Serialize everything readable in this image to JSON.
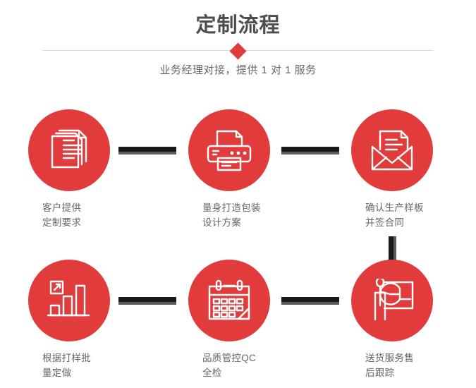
{
  "header": {
    "title": "定制流程",
    "subtitle": "业务经理对接，提供 1 对 1 服务",
    "accent_color": "#e23b3c",
    "title_color": "#4d4d4d",
    "divider_color": "#d9d9d9",
    "diamond_icon": "diamond-marker"
  },
  "theme": {
    "circle_color": "#e23b3c",
    "connector_dark": "#1a1a1a",
    "connector_shadow": "#5c5c5c",
    "label_color": "#666666",
    "background": "#ffffff"
  },
  "flow": {
    "steps": [
      {
        "index": 1,
        "label": "客户提供\n定制要求",
        "icon": "documents-stack-icon",
        "row": 1,
        "column": 1
      },
      {
        "index": 2,
        "label": "量身打造包装\n设计方案",
        "icon": "printer-icon",
        "row": 1,
        "column": 2
      },
      {
        "index": 3,
        "label": "确认生产样板\n并签合同",
        "icon": "envelope-document-icon",
        "row": 1,
        "column": 3
      },
      {
        "index": 4,
        "label": "根据打样批\n量定做",
        "icon": "bar-chart-growth-icon",
        "row": 2,
        "column": 1
      },
      {
        "index": 5,
        "label": "品质管控QC\n全检",
        "icon": "calendar-icon",
        "row": 2,
        "column": 2
      },
      {
        "index": 6,
        "label": "送货服务售\n后跟踪",
        "icon": "presenter-pie-chart-icon",
        "row": 2,
        "column": 3
      }
    ],
    "connectors": [
      {
        "name": "connector-step1-step2",
        "orientation": "horizontal"
      },
      {
        "name": "connector-step2-step3",
        "orientation": "horizontal"
      },
      {
        "name": "connector-step3-step6",
        "orientation": "vertical"
      },
      {
        "name": "connector-step4-step5",
        "orientation": "horizontal"
      },
      {
        "name": "connector-step5-step6",
        "orientation": "horizontal"
      }
    ]
  }
}
